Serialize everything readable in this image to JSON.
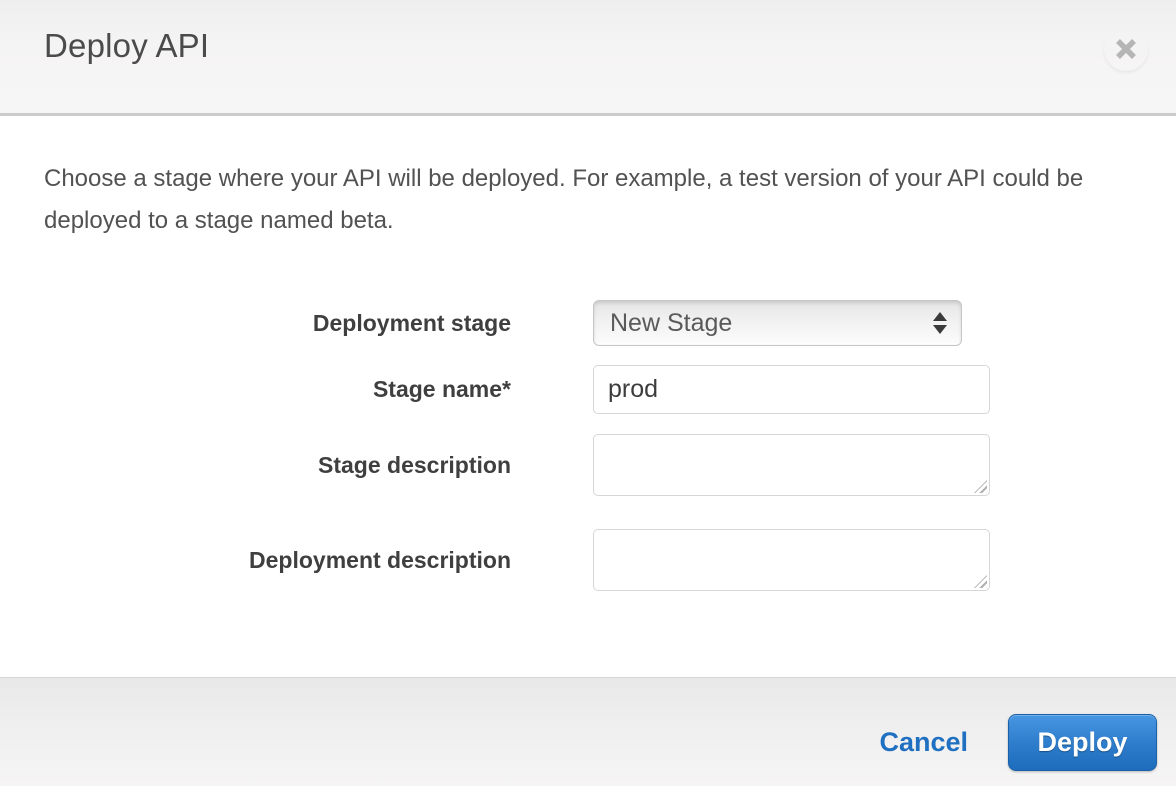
{
  "header": {
    "title": "Deploy API",
    "close_icon": "x"
  },
  "body": {
    "description": "Choose a stage where your API will be deployed. For example, a test version of your API could be deployed to a stage named beta."
  },
  "form": {
    "fields": [
      {
        "label": "Deployment stage",
        "type": "select",
        "value": "New Stage",
        "icon": "up-down-spinner-icon"
      },
      {
        "label": "Stage name*",
        "type": "text",
        "value": "prod",
        "placeholder": ""
      },
      {
        "label": "Stage description",
        "type": "textarea",
        "value": ""
      },
      {
        "label": "Deployment description",
        "type": "textarea",
        "value": ""
      }
    ]
  },
  "footer": {
    "cancel_label": "Cancel",
    "deploy_label": "Deploy"
  },
  "colors": {
    "link_blue": "#1f70c1",
    "deploy_button_top": "#4796e3",
    "deploy_button_bottom": "#1d6cbd",
    "header_border": "#cbcbcb",
    "label_text": "#3f3f3f"
  }
}
